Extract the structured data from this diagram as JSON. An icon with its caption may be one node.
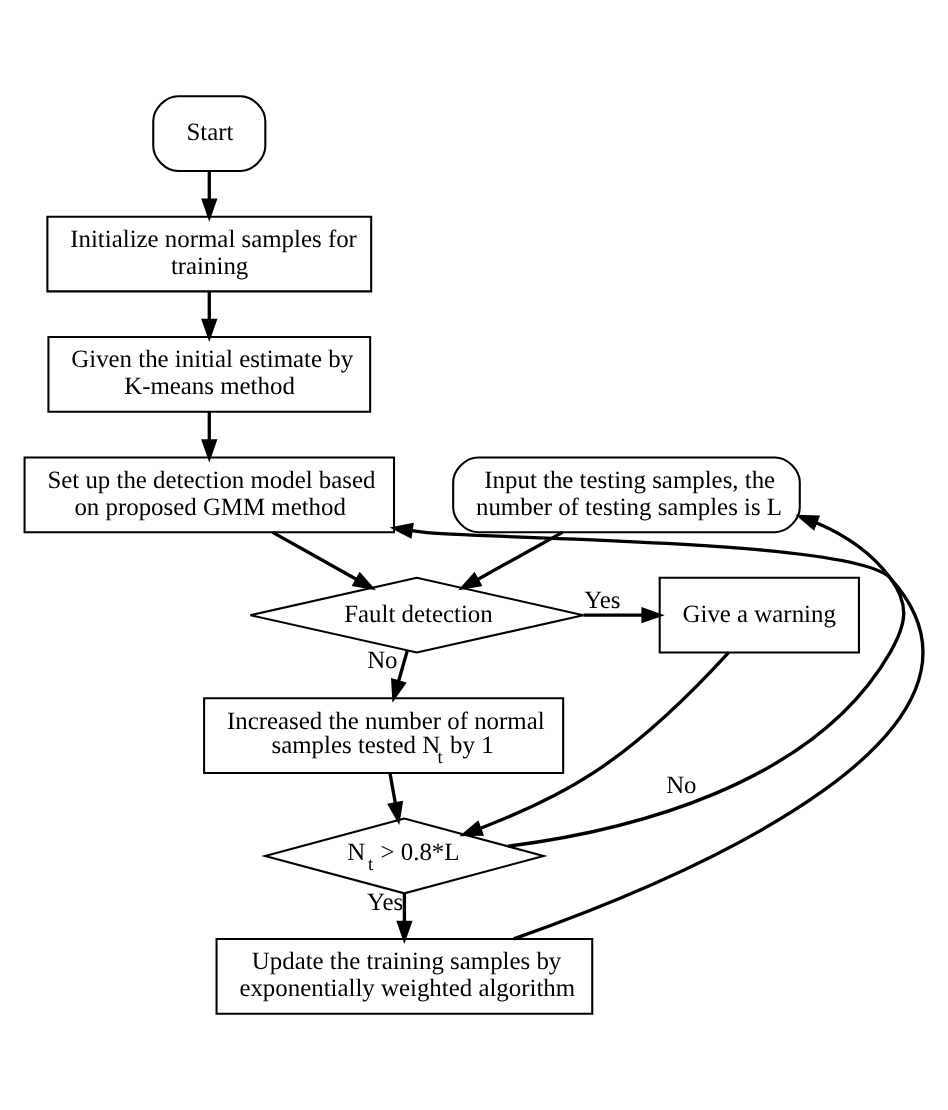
{
  "diagram": {
    "nodes": [
      {
        "text": [
          "Start"
        ]
      },
      {
        "text": [
          "Initialize normal samples for training"
        ]
      },
      {
        "text": [
          "Given the initial estimate by K-means method"
        ]
      },
      {
        "text": [
          "Set up the detection model based on proposed GMM method"
        ]
      },
      {
        "text": [
          "Input the testing samples, the number of testing samples is L"
        ]
      },
      {
        "text": [
          "Give a warning"
        ]
      },
      {
        "text": [
          "Fault detection"
        ]
      },
      {
        "text": [
          "Increased the number of normal samples tested N$_{t}$ by 1"
        ]
      },
      {
        "text": [
          "N$_{t}$ > 0.8*L"
        ]
      },
      {
        "text": [
          "Update the training samples by exponentially weighted algorithm"
        ]
      }
    ],
    "edges": [
      {
        "from": 0,
        "to": 1,
        "arrow": "to"
      },
      {
        "from": 1,
        "to": 2,
        "arrow": "to"
      },
      {
        "from": 2,
        "to": 3,
        "arrow": "to"
      },
      {
        "from": 3,
        "to": 6,
        "arrow": "to"
      },
      {
        "from": 4,
        "to": 6,
        "arrow": "to"
      },
      {
        "from": 6,
        "to": 5,
        "arrow": "to",
        "label": "Yes"
      },
      {
        "from": 6,
        "to": 7,
        "arrow": "to",
        "label": "No"
      },
      {
        "from": 7,
        "to": 8,
        "arrow": "to"
      },
      {
        "from": 5,
        "to": 8,
        "arrow": "to"
      },
      {
        "from": 8,
        "to": 4,
        "arrow": "to",
        "label": "No"
      },
      {
        "from": 8,
        "to": 9,
        "arrow": "to",
        "label": "Yes"
      },
      {
        "from": 9,
        "to": 3,
        "arrow": "to"
      }
    ]
  }
}
